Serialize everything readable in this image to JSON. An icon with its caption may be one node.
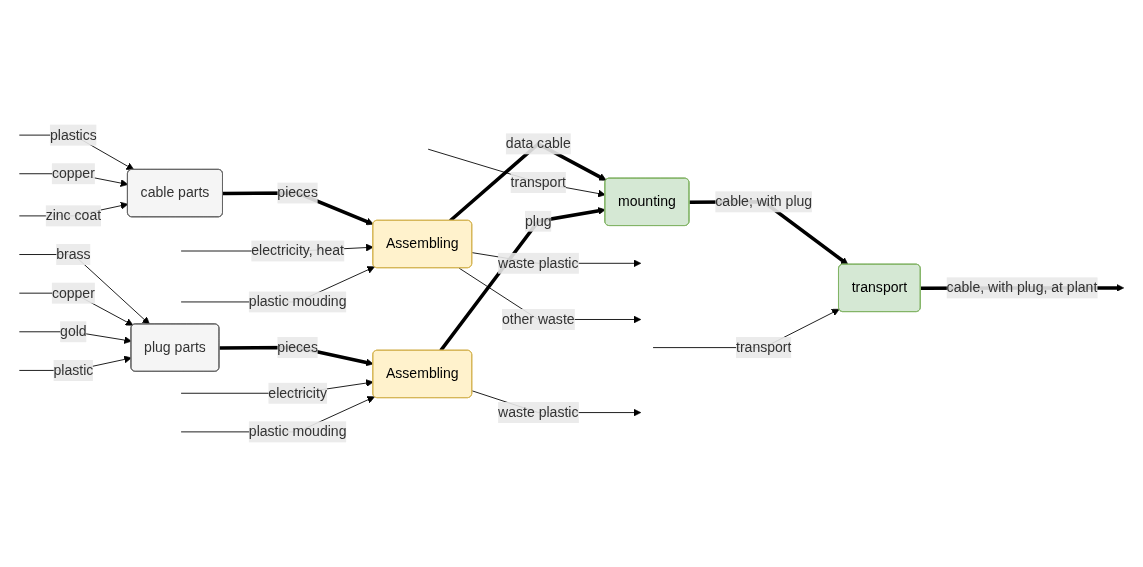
{
  "diagram": {
    "nodes": [
      {
        "text": [
          "cable parts"
        ]
      },
      {
        "text": [
          "Assembling"
        ]
      },
      {
        "text": [
          "mounting"
        ]
      },
      {
        "text": [
          "transport"
        ]
      },
      {
        "text": [
          "plug parts"
        ]
      },
      {
        "text": [
          "Assembling"
        ]
      }
    ],
    "edges": [
      {
        "from": null,
        "to": 0,
        "arrow": "to",
        "label": "plastics"
      },
      {
        "from": null,
        "to": 0,
        "arrow": "to",
        "label": "copper"
      },
      {
        "from": null,
        "to": 0,
        "arrow": "to",
        "label": "zinc coat"
      },
      {
        "from": 0,
        "to": 1,
        "arrow": "to",
        "label": "pieces",
        "style": "thick"
      },
      {
        "from": null,
        "to": 1,
        "arrow": "to",
        "label": "electricity, heat"
      },
      {
        "from": null,
        "to": 1,
        "arrow": "to",
        "label": "plastic mouding"
      },
      {
        "from": 1,
        "to": null,
        "arrow": "to",
        "label": "waste plastic"
      },
      {
        "from": 1,
        "to": null,
        "arrow": "to",
        "label": "other waste"
      },
      {
        "from": 1,
        "to": 2,
        "arrow": "to",
        "label": "data cable",
        "style": "thick"
      },
      {
        "from": null,
        "to": 2,
        "arrow": "to",
        "label": "transport"
      },
      {
        "from": 2,
        "to": 3,
        "arrow": "to",
        "label": "cable; with plug",
        "style": "thick"
      },
      {
        "from": null,
        "to": 3,
        "arrow": "to",
        "label": "transport"
      },
      {
        "from": 3,
        "to": null,
        "arrow": "to",
        "label": "cable, with plug, at plant",
        "style": "thick"
      },
      {
        "from": null,
        "to": 4,
        "arrow": "to",
        "label": "brass"
      },
      {
        "from": null,
        "to": 4,
        "arrow": "to",
        "label": "copper"
      },
      {
        "from": null,
        "to": 4,
        "arrow": "to",
        "label": "gold"
      },
      {
        "from": null,
        "to": 4,
        "arrow": "to",
        "label": "plastic"
      },
      {
        "from": 4,
        "to": 5,
        "arrow": "to",
        "label": "pieces",
        "style": "thick"
      },
      {
        "from": null,
        "to": 5,
        "arrow": "to",
        "label": "electricity"
      },
      {
        "from": null,
        "to": 5,
        "arrow": "to",
        "label": "plastic mouding"
      },
      {
        "from": 5,
        "to": null,
        "arrow": "to",
        "label": "waste plastic"
      },
      {
        "from": 5,
        "to": 2,
        "arrow": "to",
        "label": "plug",
        "style": "thick"
      }
    ]
  }
}
